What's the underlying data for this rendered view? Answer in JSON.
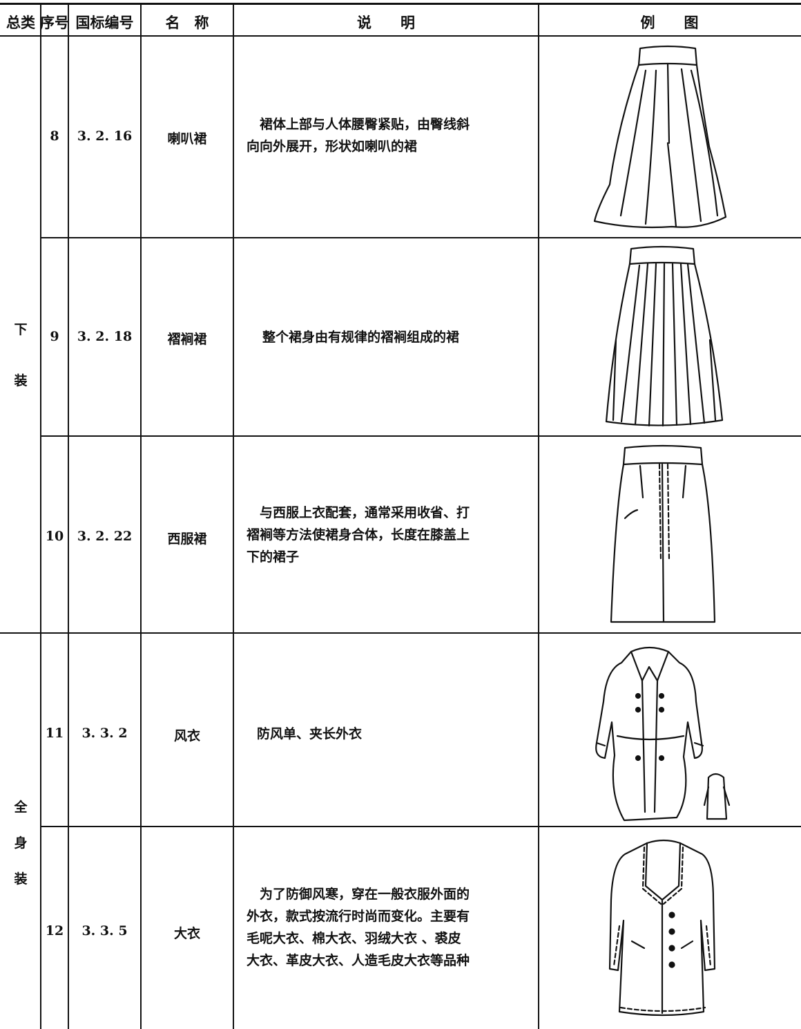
{
  "header": {
    "category": "总类",
    "index": "序号",
    "gb_code": "国标编号",
    "name": "名　称",
    "description": "说　　明",
    "example": "例　　图"
  },
  "groups": [
    {
      "label_chars": [
        "下",
        "装"
      ]
    },
    {
      "label_chars": [
        "全",
        "身",
        "装"
      ]
    }
  ],
  "rows": [
    {
      "index": "8",
      "code": "3. 2. 16",
      "name": "喇叭裙",
      "desc_lines": [
        "　裙体上部与人体腰臀紧贴，由臀线斜",
        "向向外展开，形状如喇叭的裙"
      ],
      "figure_icon": "flared-skirt-icon"
    },
    {
      "index": "9",
      "code": "3. 2. 18",
      "name": "褶裥裙",
      "desc_lines": [
        "整个裙身由有规律的褶裥组成的裙"
      ],
      "figure_icon": "pleated-skirt-icon"
    },
    {
      "index": "10",
      "code": "3. 2. 22",
      "name": "西服裙",
      "desc_lines": [
        "　与西服上衣配套，通常采用收省、打",
        "褶裥等方法使裙身合体，长度在膝盖上",
        "下的裙子"
      ],
      "figure_icon": "suit-skirt-icon"
    },
    {
      "index": "11",
      "code": "3. 3. 2",
      "name": "风衣",
      "desc_lines": [
        "防风单、夹长外衣"
      ],
      "figure_icon": "trench-coat-icon"
    },
    {
      "index": "12",
      "code": "3. 3. 5",
      "name": "大衣",
      "desc_lines": [
        "　为了防御风寒，穿在一般衣服外面的",
        "外衣，款式按流行时尚而变化。主要有",
        "毛呢大衣、棉大衣、羽绒大衣 、裘皮",
        "大衣、革皮大衣、人造毛皮大衣等品种"
      ],
      "figure_icon": "overcoat-icon"
    }
  ]
}
